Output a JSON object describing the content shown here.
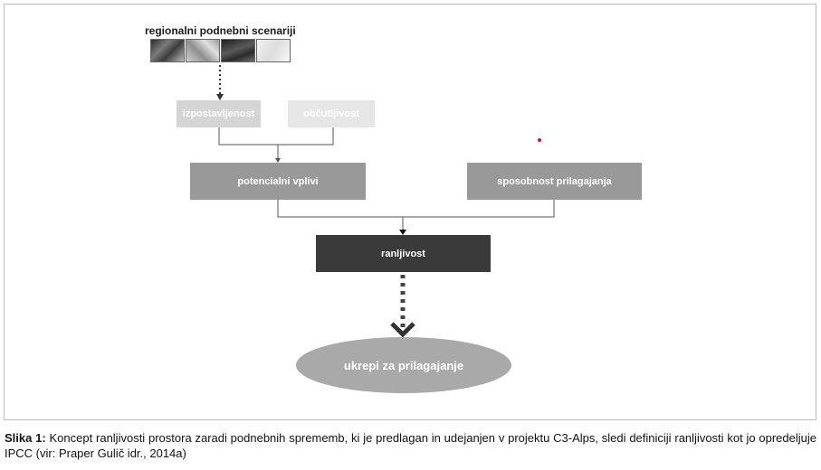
{
  "diagram": {
    "scenarios_title": "regionalni podnebni scenariji",
    "nodes": {
      "izpostavljenost": "izpostavljenost",
      "obcutljivost": "občutljivost",
      "potencialni_vplivi": "potencialni vplivi",
      "sposobnost_prilagajanja": "sposobnost prilagajanja",
      "ranljivost": "ranljivost",
      "ukrepi": "ukrepi za prilagajanje"
    }
  },
  "caption": {
    "label": "Slika 1:",
    "text": " Koncept ranljivosti prostora zaradi podnebnih sprememb, ki je predlagan in udejanjen v projektu C3-Alps, sledi definiciji ranljivosti kot jo opredeljuje IPCC (vir: Praper Gulič idr., 2014a)"
  }
}
